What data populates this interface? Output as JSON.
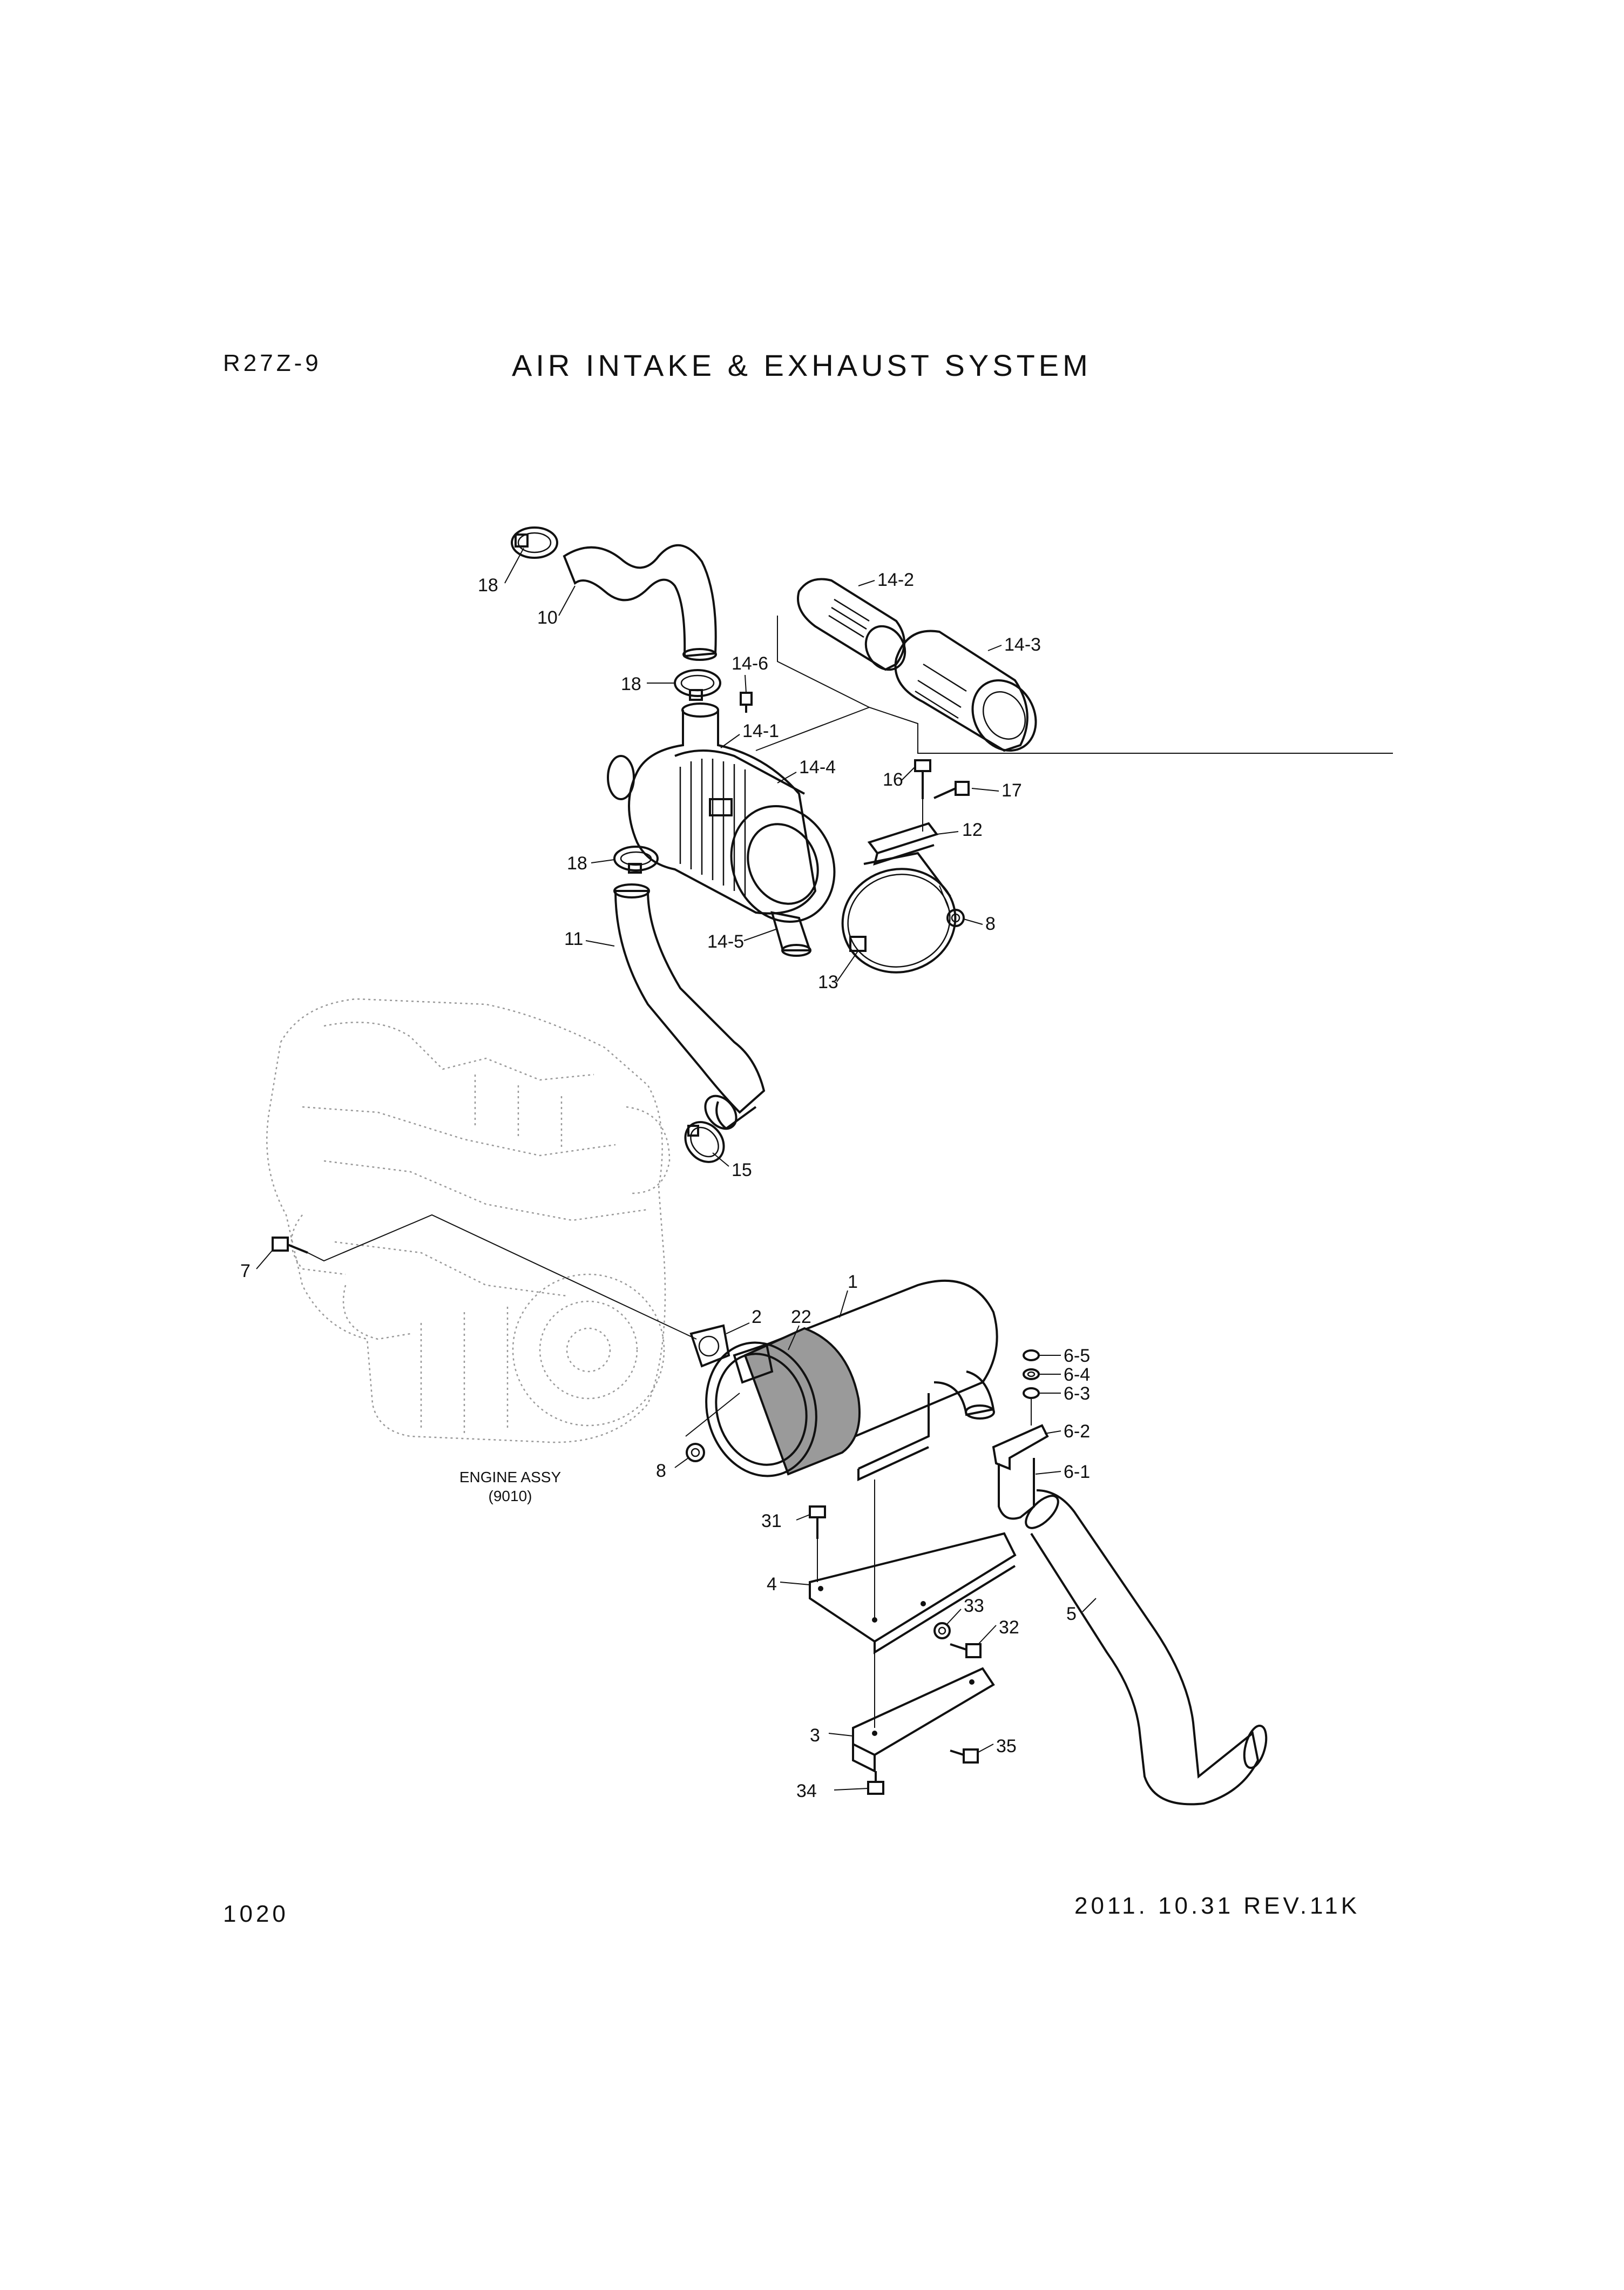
{
  "header": {
    "model": "R27Z-9",
    "title": "AIR INTAKE & EXHAUST SYSTEM"
  },
  "footer": {
    "page_number": "1020",
    "revision": "2011. 10.31 REV.11K"
  },
  "engine_label": {
    "line1": "ENGINE ASSY",
    "line2": "(9010)"
  },
  "callouts": {
    "c18a": "18",
    "c10": "10",
    "c18b": "18",
    "c14_6": "14-6",
    "c14_2": "14-2",
    "c14_3": "14-3",
    "c14_1": "14-1",
    "c14_4": "14-4",
    "c16": "16",
    "c17": "17",
    "c12": "12",
    "c18c": "18",
    "c8a": "8",
    "c11": "11",
    "c14_5": "14-5",
    "c13": "13",
    "c15": "15",
    "c7": "7",
    "c2": "2",
    "c22": "22",
    "c1": "1",
    "c6_5": "6-5",
    "c6_4": "6-4",
    "c6_3": "6-3",
    "c6_2": "6-2",
    "c6_1": "6-1",
    "c8b": "8",
    "c31": "31",
    "c4": "4",
    "c33": "33",
    "c32": "32",
    "c5": "5",
    "c3": "3",
    "c35": "35",
    "c34": "34"
  }
}
